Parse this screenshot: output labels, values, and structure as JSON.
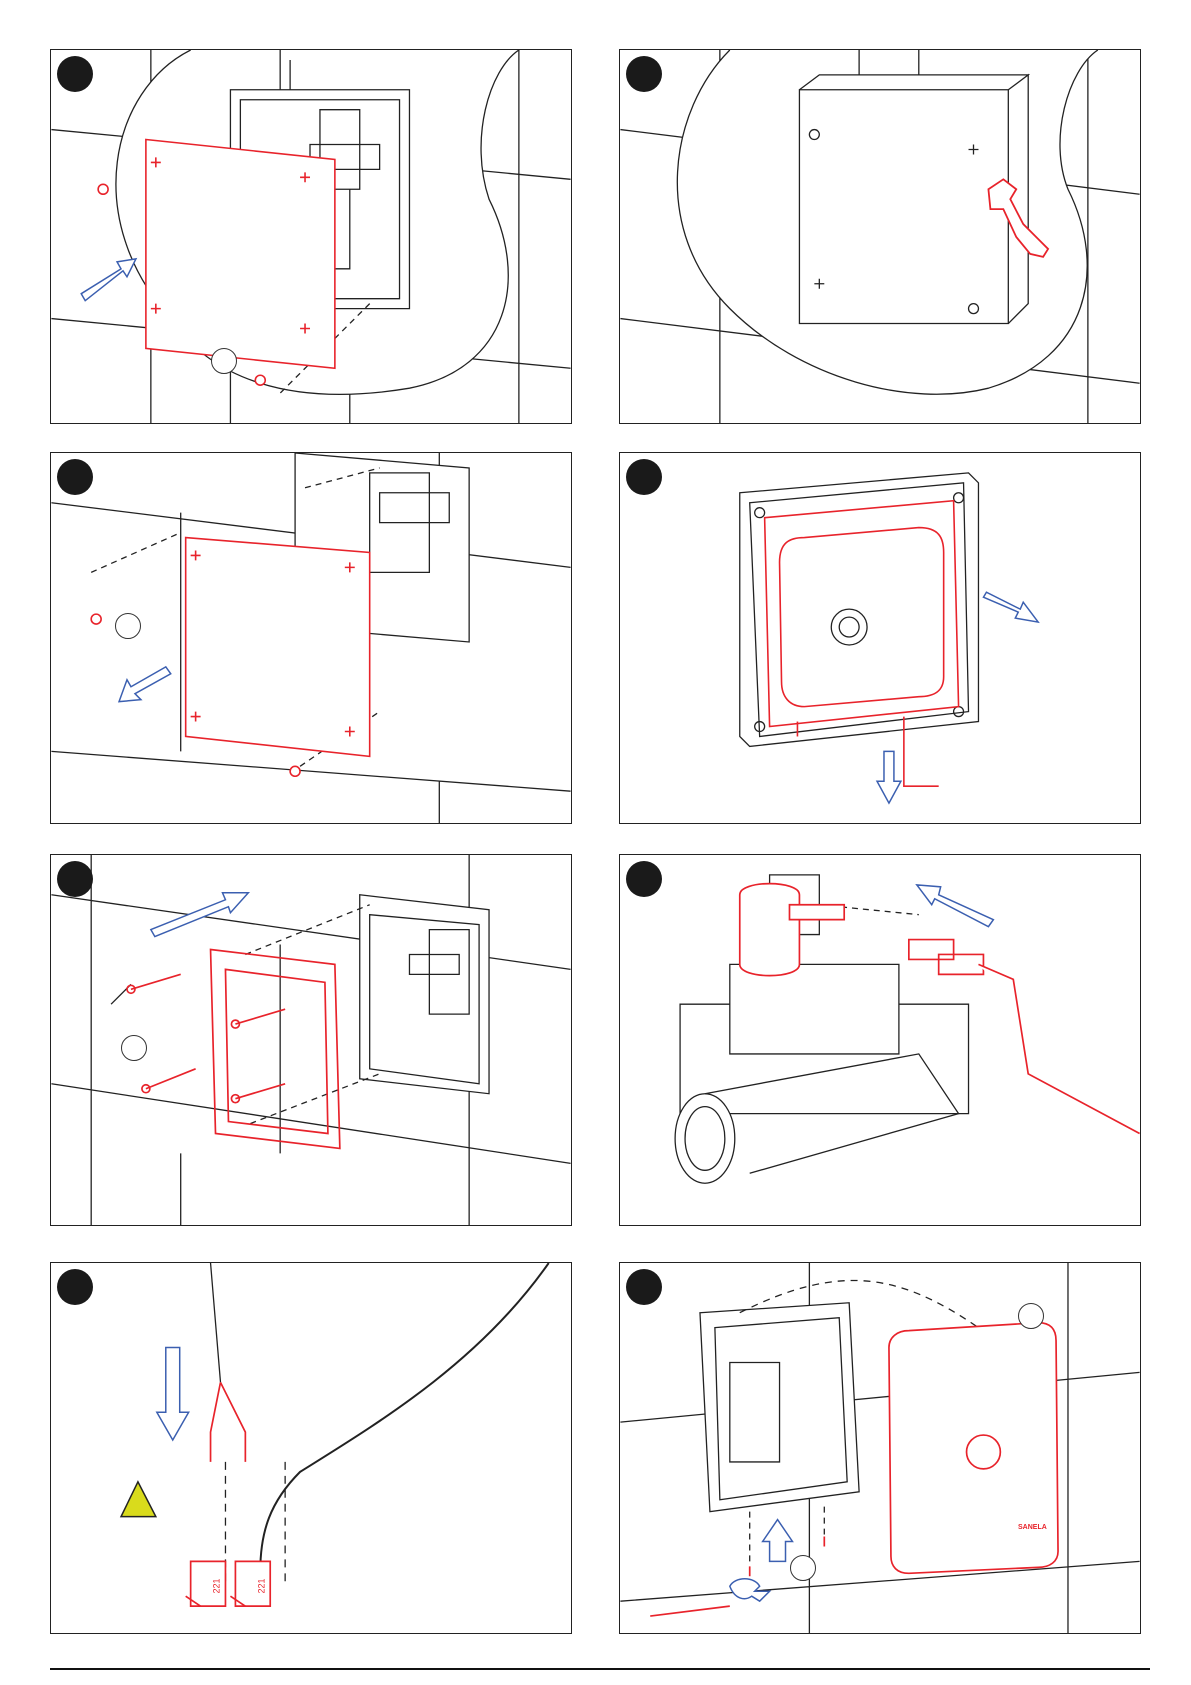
{
  "panels": [
    {
      "step": "",
      "callout": ""
    },
    {
      "step": ""
    },
    {
      "step": "",
      "callout": ""
    },
    {
      "step": ""
    },
    {
      "step": "",
      "callout": ""
    },
    {
      "step": ""
    },
    {
      "step": "",
      "warning_icon": "warning-triangle-icon"
    },
    {
      "step": "",
      "callout_a": "",
      "callout_b": ""
    }
  ],
  "labels": {
    "terminal_a": "221",
    "terminal_b": "221",
    "cover_brand": "SANELA"
  },
  "colors": {
    "accent_red": "#e8232b",
    "arrow_blue": "#3b5fb0",
    "line": "#222222",
    "warning_yellow": "#d9db1c"
  },
  "footer": {
    "text": ""
  }
}
